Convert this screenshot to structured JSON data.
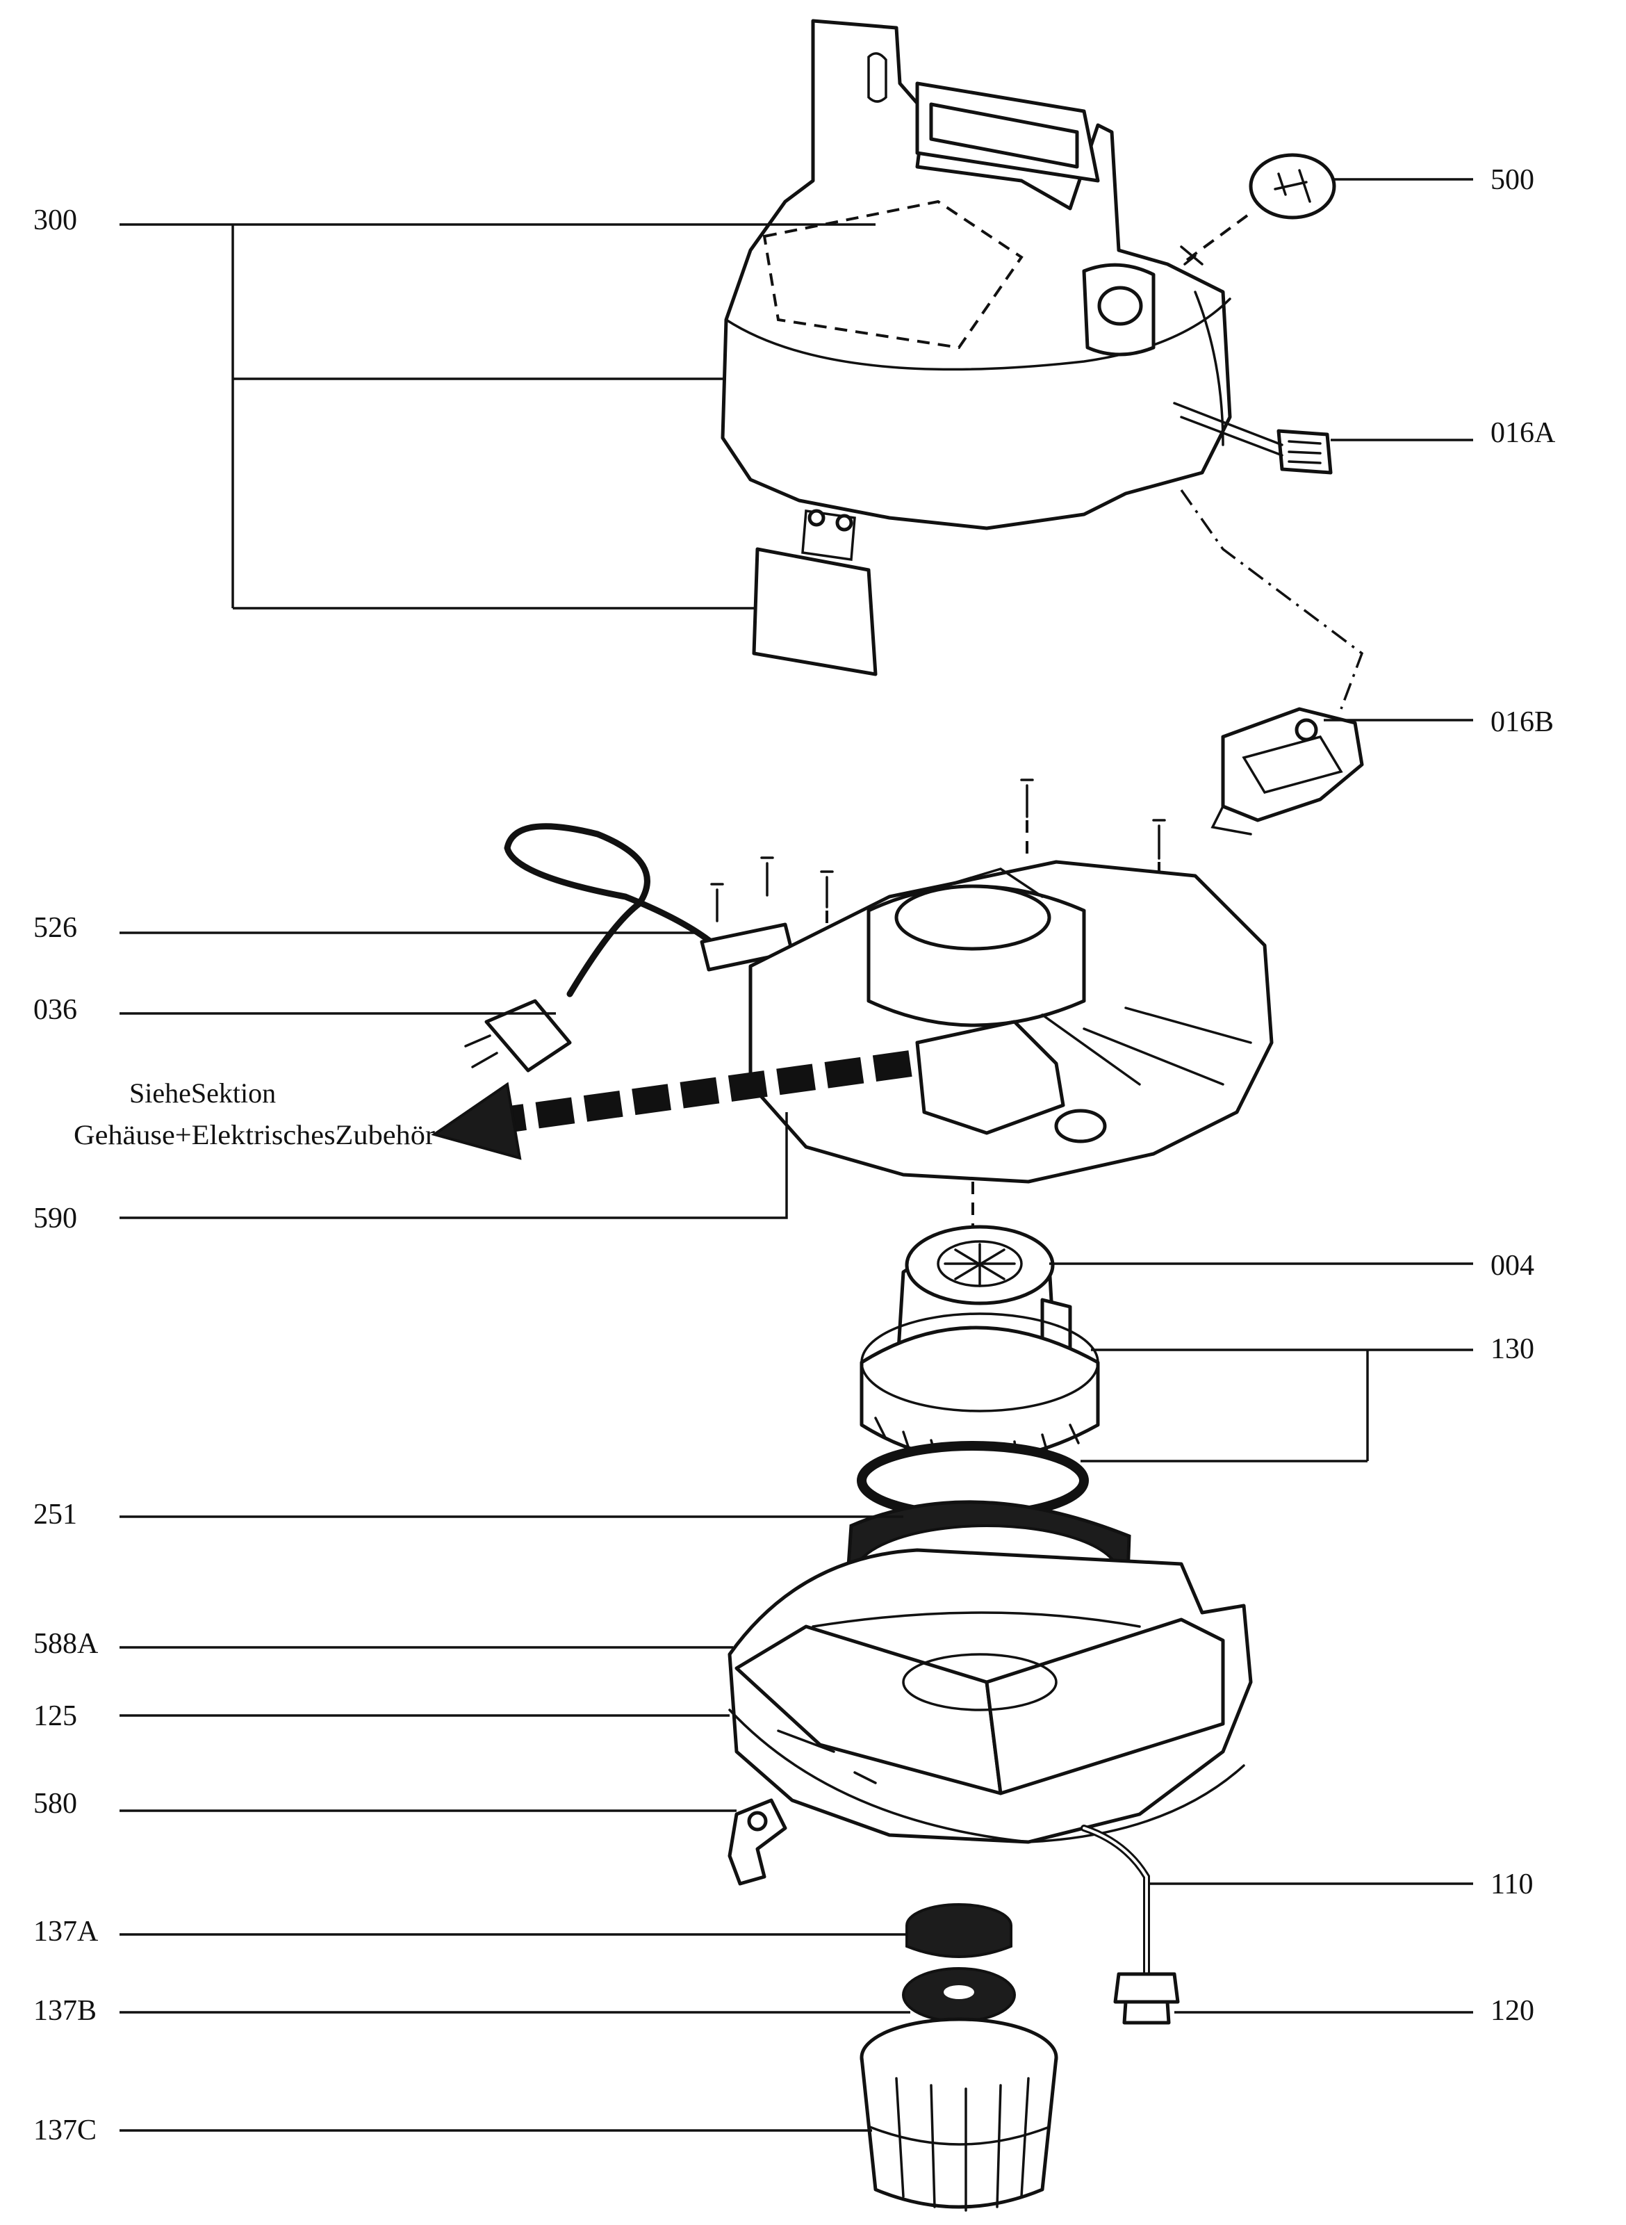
{
  "labels": {
    "p300": "300",
    "p500": "500",
    "p016A": "016A",
    "p016B": "016B",
    "p526": "526",
    "p036": "036",
    "p590": "590",
    "p004": "004",
    "p130": "130",
    "p251": "251",
    "p588A": "588A",
    "p125": "125",
    "p580": "580",
    "p110": "110",
    "p137A": "137A",
    "p137B": "137B",
    "p120": "120",
    "p137C": "137C"
  },
  "note": {
    "line1": "SieheSektion",
    "line2": "Gehäuse+ElektrischesZubehör"
  }
}
